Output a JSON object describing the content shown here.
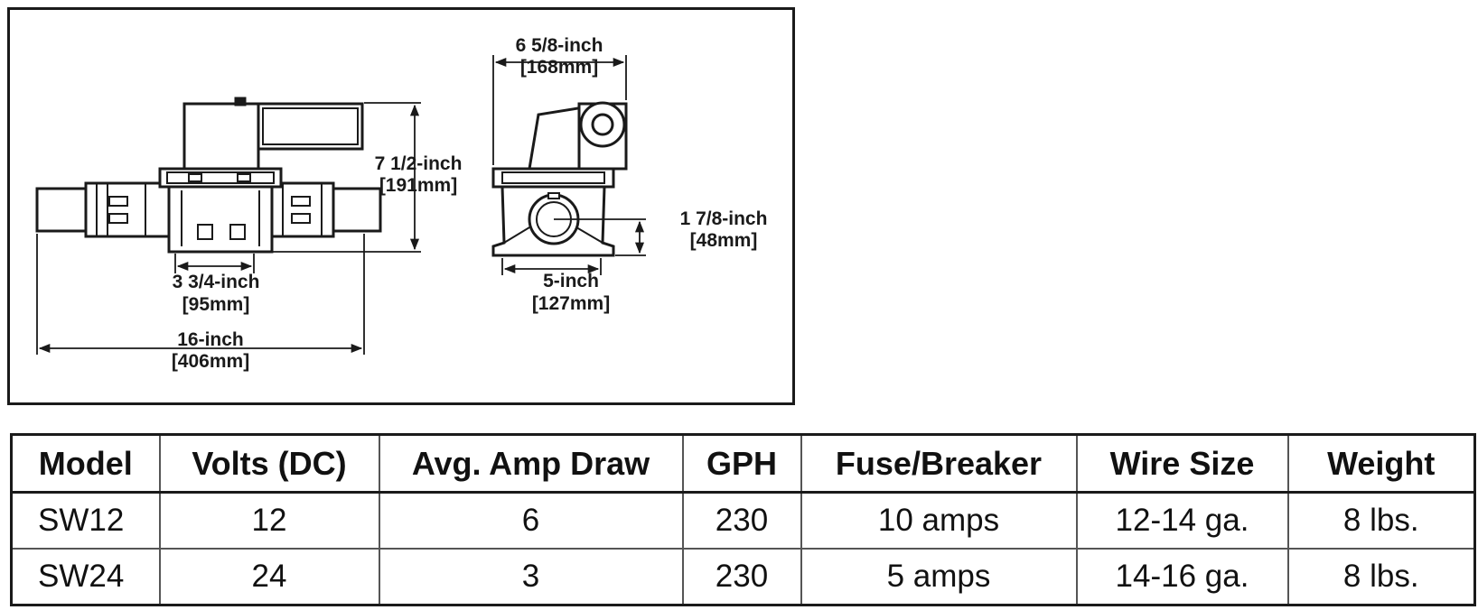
{
  "diagram": {
    "side_view": {
      "height": "7 1/2-inch",
      "height_mm": "[191mm]",
      "base_width": "3 3/4-inch",
      "base_width_mm": "[95mm]",
      "length": "16-inch",
      "length_mm": "[406mm]"
    },
    "end_view": {
      "top_width": "6 5/8-inch",
      "top_width_mm": "[168mm]",
      "port_height": "1 7/8-inch",
      "port_height_mm": "[48mm]",
      "base_width": "5-inch",
      "base_width_mm": "[127mm]"
    }
  },
  "table": {
    "headers": [
      "Model",
      "Volts (DC)",
      "Avg. Amp Draw",
      "GPH",
      "Fuse/Breaker",
      "Wire Size",
      "Weight"
    ],
    "rows": [
      [
        "SW12",
        "12",
        "6",
        "230",
        "10 amps",
        "12-14 ga.",
        "8 lbs."
      ],
      [
        "SW24",
        "24",
        "3",
        "230",
        "5 amps",
        "14-16 ga.",
        "8 lbs."
      ]
    ]
  }
}
